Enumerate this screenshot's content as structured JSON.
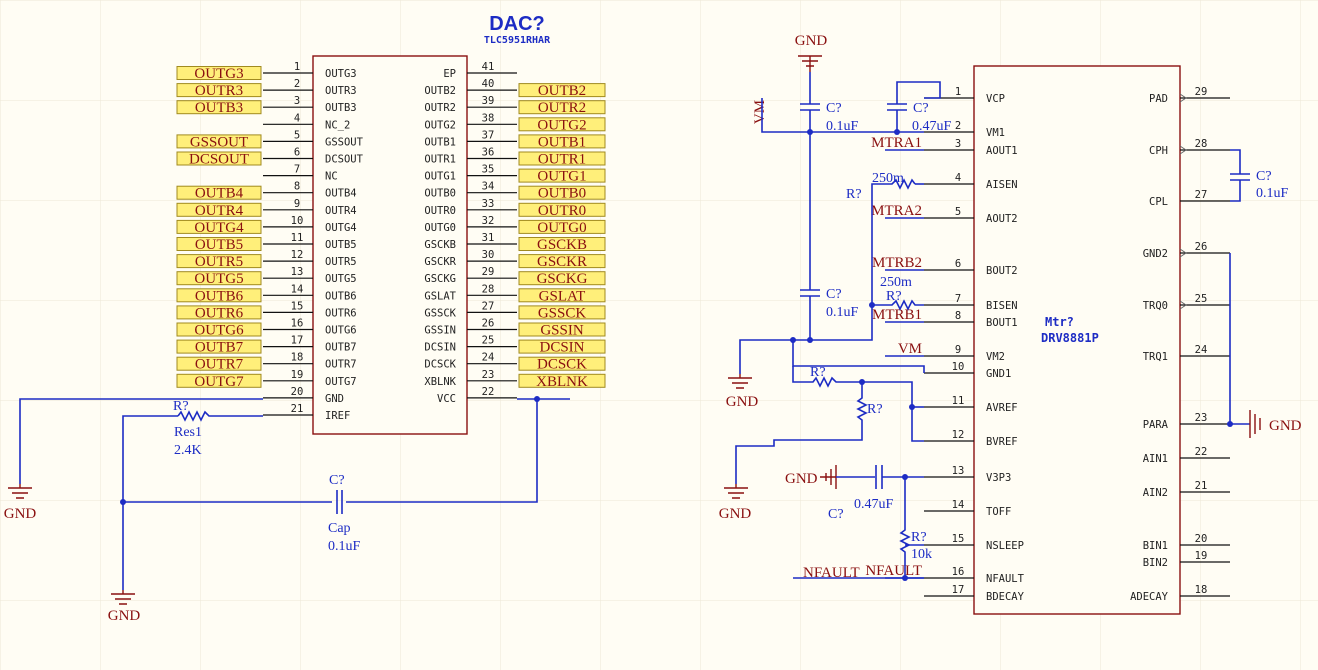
{
  "dac": {
    "designator": "DAC?",
    "part": "TLC5951RHAR",
    "left_pins": [
      {
        "num": "1",
        "name": "OUTG3",
        "net": "OUTG3"
      },
      {
        "num": "2",
        "name": "OUTR3",
        "net": "OUTR3"
      },
      {
        "num": "3",
        "name": "OUTB3",
        "net": "OUTB3"
      },
      {
        "num": "4",
        "name": "NC_2",
        "net": ""
      },
      {
        "num": "5",
        "name": "GSSOUT",
        "net": "GSSOUT"
      },
      {
        "num": "6",
        "name": "DCSOUT",
        "net": "DCSOUT"
      },
      {
        "num": "7",
        "name": "NC",
        "net": ""
      },
      {
        "num": "8",
        "name": "OUTB4",
        "net": "OUTB4"
      },
      {
        "num": "9",
        "name": "OUTR4",
        "net": "OUTR4"
      },
      {
        "num": "10",
        "name": "OUTG4",
        "net": "OUTG4"
      },
      {
        "num": "11",
        "name": "OUTB5",
        "net": "OUTB5"
      },
      {
        "num": "12",
        "name": "OUTR5",
        "net": "OUTR5"
      },
      {
        "num": "13",
        "name": "OUTG5",
        "net": "OUTG5"
      },
      {
        "num": "14",
        "name": "OUTB6",
        "net": "OUTB6"
      },
      {
        "num": "15",
        "name": "OUTR6",
        "net": "OUTR6"
      },
      {
        "num": "16",
        "name": "OUTG6",
        "net": "OUTG6"
      },
      {
        "num": "17",
        "name": "OUTB7",
        "net": "OUTB7"
      },
      {
        "num": "18",
        "name": "OUTR7",
        "net": "OUTR7"
      },
      {
        "num": "19",
        "name": "OUTG7",
        "net": "OUTG7"
      },
      {
        "num": "20",
        "name": "GND",
        "net": ""
      },
      {
        "num": "21",
        "name": "IREF",
        "net": ""
      }
    ],
    "right_pins": [
      {
        "num": "41",
        "name": "EP",
        "net": ""
      },
      {
        "num": "40",
        "name": "OUTB2",
        "net": "OUTB2"
      },
      {
        "num": "39",
        "name": "OUTR2",
        "net": "OUTR2"
      },
      {
        "num": "38",
        "name": "OUTG2",
        "net": "OUTG2"
      },
      {
        "num": "37",
        "name": "OUTB1",
        "net": "OUTB1"
      },
      {
        "num": "36",
        "name": "OUTR1",
        "net": "OUTR1"
      },
      {
        "num": "35",
        "name": "OUTG1",
        "net": "OUTG1"
      },
      {
        "num": "34",
        "name": "OUTB0",
        "net": "OUTB0"
      },
      {
        "num": "33",
        "name": "OUTR0",
        "net": "OUTR0"
      },
      {
        "num": "32",
        "name": "OUTG0",
        "net": "OUTG0"
      },
      {
        "num": "31",
        "name": "GSCKB",
        "net": "GSCKB"
      },
      {
        "num": "30",
        "name": "GSCKR",
        "net": "GSCKR"
      },
      {
        "num": "29",
        "name": "GSCKG",
        "net": "GSCKG"
      },
      {
        "num": "28",
        "name": "GSLAT",
        "net": "GSLAT"
      },
      {
        "num": "27",
        "name": "GSSCK",
        "net": "GSSCK"
      },
      {
        "num": "26",
        "name": "GSSIN",
        "net": "GSSIN"
      },
      {
        "num": "25",
        "name": "DCSIN",
        "net": "DCSIN"
      },
      {
        "num": "24",
        "name": "DCSCK",
        "net": "DCSCK"
      },
      {
        "num": "23",
        "name": "XBLNK",
        "net": "XBLNK"
      },
      {
        "num": "22",
        "name": "VCC",
        "net": ""
      }
    ]
  },
  "drv": {
    "designator": "Mtr?",
    "part": "DRV8881P",
    "left_pins": [
      {
        "num": "1",
        "name": "VCP",
        "net": ""
      },
      {
        "num": "2",
        "name": "VM1",
        "net": ""
      },
      {
        "num": "3",
        "name": "AOUT1",
        "net": "MTRA1"
      },
      {
        "num": "4",
        "name": "AISEN",
        "net": ""
      },
      {
        "num": "5",
        "name": "AOUT2",
        "net": "MTRA2"
      },
      {
        "num": "6",
        "name": "BOUT2",
        "net": "MTRB2"
      },
      {
        "num": "7",
        "name": "BISEN",
        "net": ""
      },
      {
        "num": "8",
        "name": "BOUT1",
        "net": "MTRB1"
      },
      {
        "num": "9",
        "name": "VM2",
        "net": "VM"
      },
      {
        "num": "10",
        "name": "GND1",
        "net": ""
      },
      {
        "num": "11",
        "name": "AVREF",
        "net": ""
      },
      {
        "num": "12",
        "name": "BVREF",
        "net": ""
      },
      {
        "num": "13",
        "name": "V3P3",
        "net": ""
      },
      {
        "num": "14",
        "name": "TOFF",
        "net": ""
      },
      {
        "num": "15",
        "name": "NSLEEP",
        "net": ""
      },
      {
        "num": "16",
        "name": "NFAULT",
        "net": "NFAULT"
      },
      {
        "num": "17",
        "name": "BDECAY",
        "net": ""
      }
    ],
    "right_pins": [
      {
        "num": "29",
        "name": "PAD"
      },
      {
        "num": "28",
        "name": "CPH"
      },
      {
        "num": "27",
        "name": "CPL"
      },
      {
        "num": "26",
        "name": "GND2"
      },
      {
        "num": "25",
        "name": "TRQ0"
      },
      {
        "num": "24",
        "name": "TRQ1"
      },
      {
        "num": "23",
        "name": "PARA"
      },
      {
        "num": "22",
        "name": "AIN1"
      },
      {
        "num": "21",
        "name": "AIN2"
      },
      {
        "num": "20",
        "name": "BIN1"
      },
      {
        "num": "19",
        "name": "BIN2"
      },
      {
        "num": "18",
        "name": "ADECAY"
      }
    ]
  },
  "labels": {
    "gnd": "GND",
    "vm": "VM",
    "nfault": "NFAULT",
    "cap_ref": "C?",
    "res_ref": "R?",
    "v_0_1uf": "0.1uF",
    "v_0_47uf": "0.47uF",
    "v_0_47uf_2": "0.47uF",
    "v_250m": "250m",
    "v_10k": "10k",
    "res1": "Res1",
    "v_2_4k": "2.4K",
    "cap": "Cap"
  },
  "colors": {
    "wire": "#1d2cc4",
    "body": "#8a1010",
    "net_fill": "#ffef7a",
    "background": "#fffdf4"
  }
}
